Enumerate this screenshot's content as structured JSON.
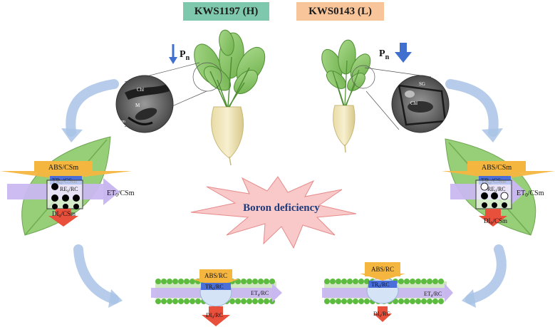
{
  "header": {
    "cultivar_h": "KWS1197 (H)",
    "cultivar_l": "KWS0143 (L)"
  },
  "center": {
    "stress": "Boron deficiency"
  },
  "left_plant": {
    "pn": "P",
    "pn_sub": "n",
    "micro_labels": [
      "Chl",
      "M",
      "μm"
    ]
  },
  "right_plant": {
    "pn": "P",
    "pn_sub": "n",
    "micro_labels": [
      "SG",
      "Chl"
    ]
  },
  "leaf_model": {
    "abs": "ABS/CSm",
    "tr": "TR",
    "tr_sub": "0",
    "tr_tail": "/CSm",
    "re": "RE",
    "re_sub": "0",
    "re_tail": "/RC",
    "et": "ET",
    "et_sub": "0",
    "et_tail": "/CSm",
    "di": "DI",
    "di_sub": "0",
    "di_tail": "/CSm"
  },
  "membrane_model": {
    "abs": "ABS/RC",
    "tr": "TR",
    "tr_sub": "0",
    "tr_tail": "/RC",
    "et": "ET",
    "et_sub": "0",
    "et_tail": "/RC",
    "di": "DI",
    "di_sub": "0",
    "di_tail": "/RC"
  },
  "colors": {
    "h_box": "#7ec8ae",
    "l_box": "#f8c59a",
    "abs": "#f4b63f",
    "tr": "#4a6fd8",
    "et": "#c9b8f0",
    "di": "#e8503c",
    "burst": "#f9c9c9",
    "leaf": "#8cc96a",
    "lipid": "#5dbb3f",
    "arrow_curve": "#a9c3e6",
    "pn_arrow": "#3f6fcf"
  }
}
